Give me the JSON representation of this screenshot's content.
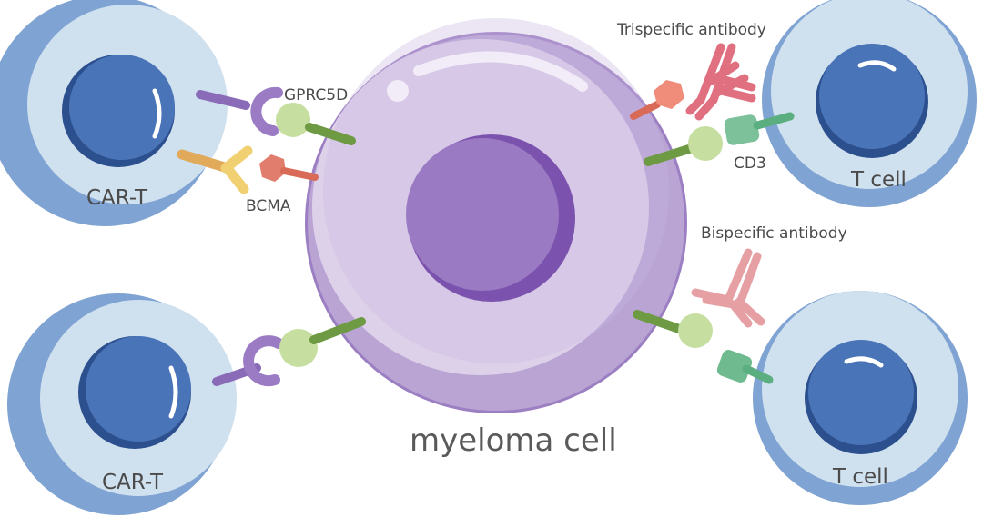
{
  "labels": {
    "myeloma_cell": "myeloma cell",
    "car_t_top": "CAR-T",
    "car_t_bottom": "CAR-T",
    "t_cell_top": "T cell",
    "t_cell_bottom": "T cell",
    "gprc5d": "GPRC5D",
    "bcma": "BCMA",
    "cd3": "CD3",
    "trispecific_antibody": "Trispecific antibody",
    "bispecific_antibody": "Bispecific antibody"
  },
  "colors": {
    "cell_outer": "#7fa3d2",
    "cell_inner": "#cfe0ef",
    "nucleus": "#3e67ad",
    "myeloma_outer": "#b9a4d4",
    "myeloma_inner": "#ddd1ea",
    "myeloma_nucleus": "#8e6fba",
    "gprc5d_receptor": "#9a7bc4",
    "bcma_receptor": "#f0d070",
    "bcma_antigen": "#e07d6c",
    "gprc5d_antigen": "#c6dea0",
    "stalk": "#6e9a43",
    "cd3": "#7dc19a",
    "antibody": "#e0909a"
  }
}
